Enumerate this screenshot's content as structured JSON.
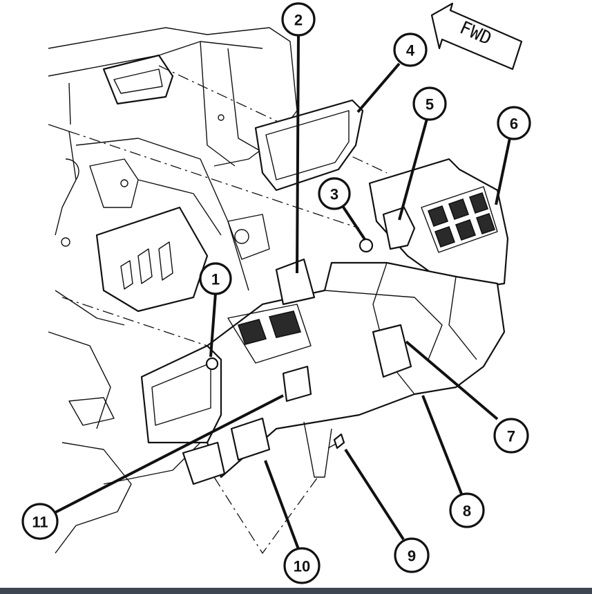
{
  "direction_label": "FWD",
  "callouts": [
    "1",
    "2",
    "3",
    "4",
    "5",
    "6",
    "7",
    "8",
    "9",
    "10",
    "11"
  ],
  "colors": {
    "line": "#111111",
    "background": "#ffffff",
    "bottom_bar": "#3d4652"
  }
}
